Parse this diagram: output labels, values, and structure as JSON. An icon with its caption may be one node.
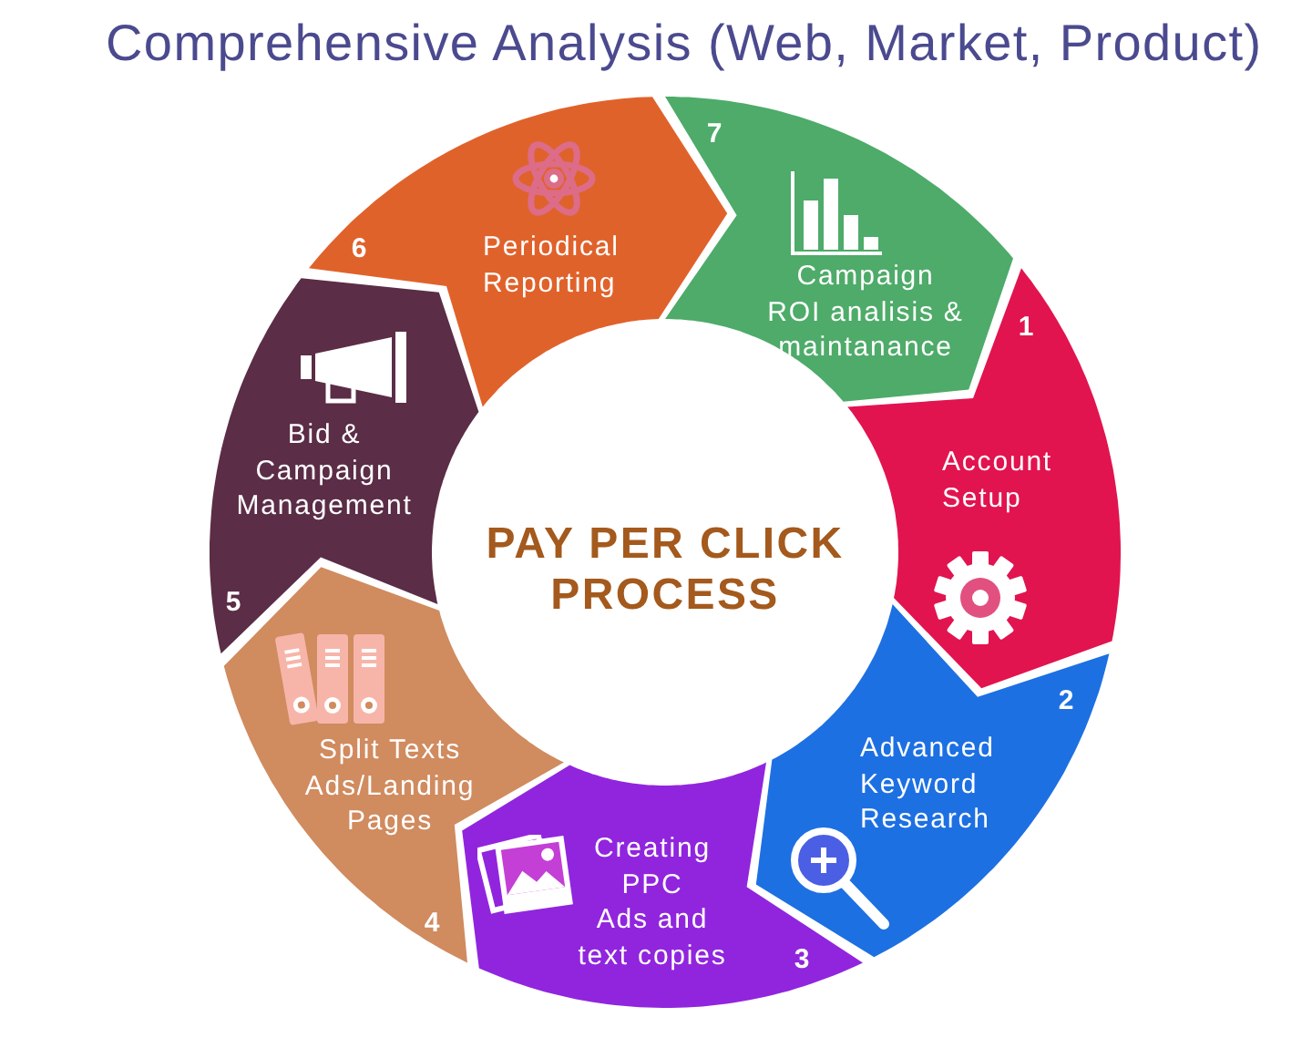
{
  "diagram": {
    "title": "Comprehensive Analysis (Web, Market, Product)",
    "nodes": [
      {
        "text": [
          "PAY PER CLICK PROCESS"
        ]
      },
      {
        "text": [
          "1",
          "Account Setup"
        ]
      },
      {
        "text": [
          "2",
          "Advanced Keyword Research"
        ]
      },
      {
        "text": [
          "Creating PPC Ads and text copies",
          "3"
        ]
      },
      {
        "text": [
          "Split Texts Ads/Landing Pages",
          "4"
        ]
      },
      {
        "text": [
          "Bid & Campaign Management",
          "5"
        ]
      },
      {
        "text": [
          "6",
          "Periodical Reporting"
        ]
      },
      {
        "text": [
          "7",
          "Campaign ROI analisis & maintanance"
        ]
      }
    ]
  }
}
